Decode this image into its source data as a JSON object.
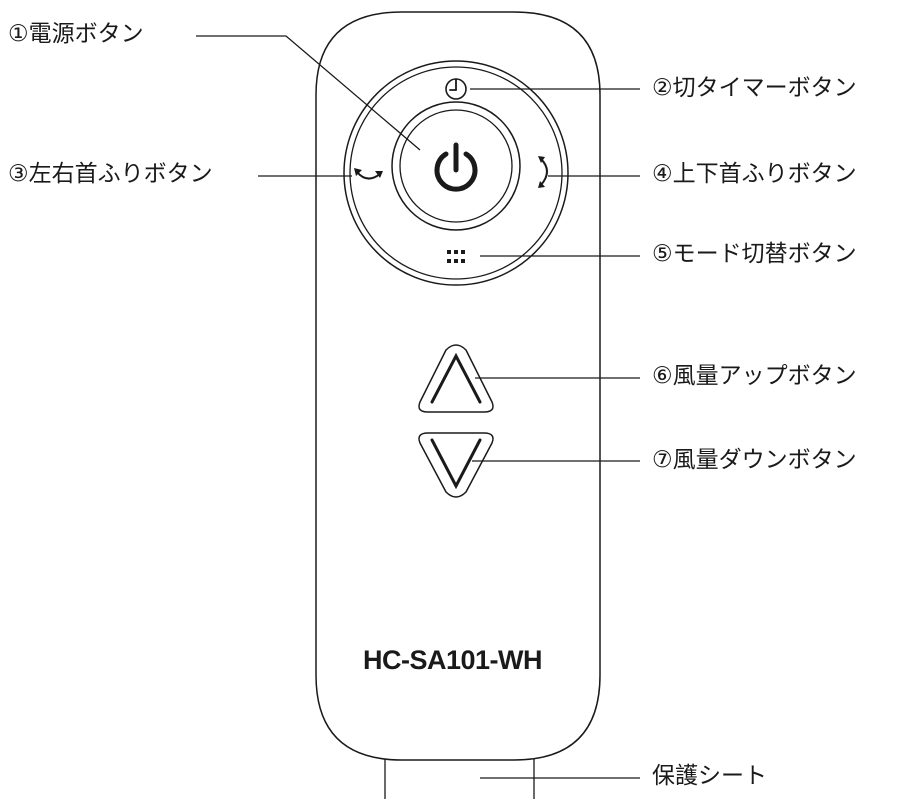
{
  "diagram": {
    "model_name": "HC-SA101-WH",
    "labels": {
      "power": "①電源ボタン",
      "off_timer": "②切タイマーボタン",
      "horizontal_swing": "③左右首ふりボタン",
      "vertical_swing": "④上下首ふりボタン",
      "mode": "⑤モード切替ボタン",
      "wind_up": "⑥風量アップボタン",
      "wind_down": "⑦風量ダウンボタン",
      "protective_sheet": "保護シート"
    },
    "icons": {
      "power": "power-icon",
      "off_timer": "clock-icon",
      "horizontal_swing": "horizontal-swing-arrow-icon",
      "vertical_swing": "vertical-swing-arrow-icon",
      "mode": "dots-grid-icon",
      "wind_up": "up-triangle-icon",
      "wind_down": "down-triangle-icon"
    },
    "colors": {
      "line": "#1a1a1a",
      "background": "#ffffff"
    }
  }
}
